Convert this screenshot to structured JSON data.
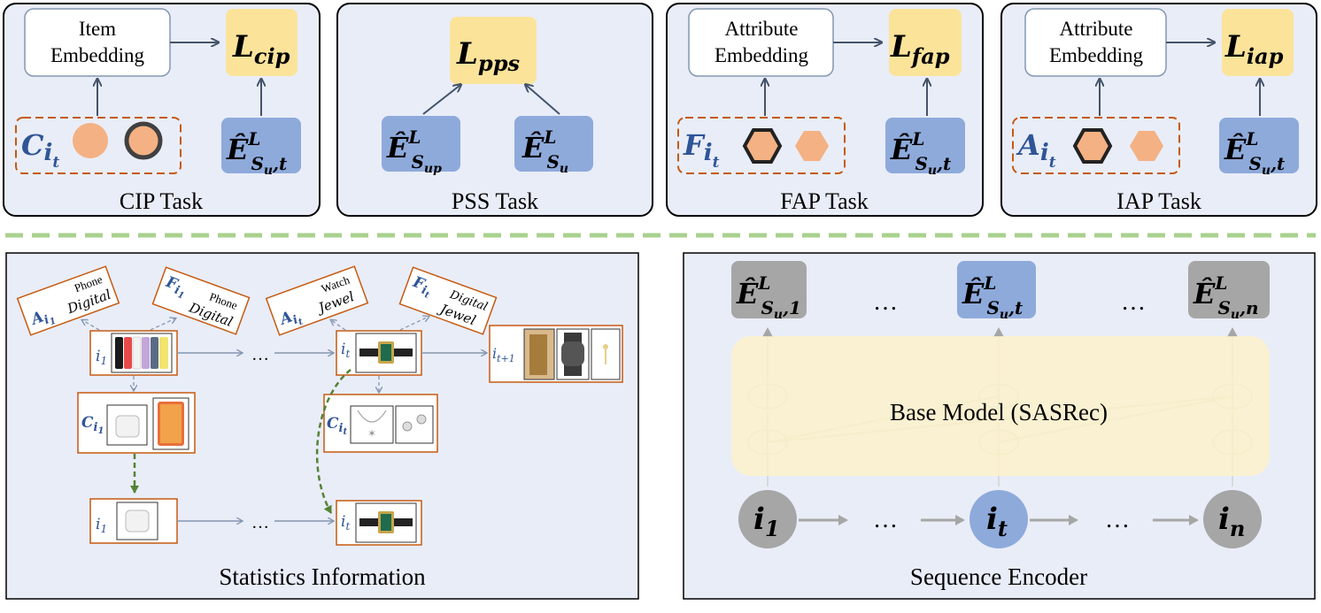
{
  "tasks": {
    "cip": {
      "caption": "CIP Task",
      "embedding_line1": "Item",
      "embedding_line2": "Embedding",
      "loss_main": "L",
      "loss_sub": "cip",
      "set_letter": "C",
      "set_sub": "i",
      "set_subsub": "t",
      "e_main": "Ê",
      "e_sup": "L",
      "e_sub": "S",
      "e_subsub": "u",
      "e_tail": ",t"
    },
    "pss": {
      "caption": "PSS Task",
      "loss_main": "L",
      "loss_sub": "pps",
      "e1_main": "Ê",
      "e1_sup": "L",
      "e1_sub": "S",
      "e1_subsub": "up",
      "e2_main": "Ê",
      "e2_sup": "L",
      "e2_sub": "S",
      "e2_subsub": "u"
    },
    "fap": {
      "caption": "FAP Task",
      "embedding_line1": "Attribute",
      "embedding_line2": "Embedding",
      "loss_main": "L",
      "loss_sub": "fap",
      "set_letter": "F",
      "set_sub": "i",
      "set_subsub": "t",
      "e_main": "Ê",
      "e_sup": "L",
      "e_sub": "S",
      "e_subsub": "u",
      "e_tail": ",t"
    },
    "iap": {
      "caption": "IAP Task",
      "embedding_line1": "Attribute",
      "embedding_line2": "Embedding",
      "loss_main": "L",
      "loss_sub": "iap",
      "set_letter": "A",
      "set_sub": "i",
      "set_subsub": "t",
      "e_main": "Ê",
      "e_sup": "L",
      "e_sub": "S",
      "e_subsub": "u",
      "e_tail": ",t"
    }
  },
  "statistics": {
    "caption": "Statistics Information",
    "tag1": {
      "letter": "A",
      "sub": "i",
      "subsub": "1",
      "w1": "Phone",
      "w2": "Digital"
    },
    "tag2": {
      "letter": "F",
      "sub": "i",
      "subsub": "1",
      "w1": "Phone",
      "w2": "Digital"
    },
    "tag3": {
      "letter": "A",
      "sub": "i",
      "subsub": "t",
      "w1": "Watch",
      "w2": "Jewel"
    },
    "tag4": {
      "letter": "F",
      "sub": "i",
      "subsub": "t",
      "w1": "Digital",
      "w2": "Jewel"
    },
    "item1": {
      "main": "i",
      "sub": "1"
    },
    "itemt": {
      "main": "i",
      "sub": "t"
    },
    "itemt1": {
      "main": "i",
      "sub": "t+1"
    },
    "ci1": {
      "main": "C",
      "sub": "i",
      "subsub": "1"
    },
    "cit": {
      "main": "C",
      "sub": "i",
      "subsub": "t"
    },
    "item1b": {
      "main": "i",
      "sub": "1"
    },
    "itemtb": {
      "main": "i",
      "sub": "t"
    },
    "ellipsis": "…"
  },
  "encoder": {
    "caption": "Sequence Encoder",
    "base_model": "Base Model (SASRec)",
    "ellipsis": "…",
    "out1": {
      "main": "Ê",
      "sup": "L",
      "sub": "S",
      "subsub": "u",
      "tail": ",1"
    },
    "outt": {
      "main": "Ê",
      "sup": "L",
      "sub": "S",
      "subsub": "u",
      "tail": ",t"
    },
    "outn": {
      "main": "Ê",
      "sup": "L",
      "sub": "S",
      "subsub": "u",
      "tail": ",n"
    },
    "in1": {
      "main": "i",
      "sub": "1"
    },
    "int": {
      "main": "i",
      "sub": "t"
    },
    "inn": {
      "main": "i",
      "sub": "n"
    }
  },
  "colors": {
    "panel_bg": "#e9edf8",
    "loss_box": "#fbe39a",
    "emb_box": "#8eaadb",
    "gray_box": "#a6a6a6",
    "orange": "#f4b183",
    "dashed_orange": "#c55a11",
    "divider_green": "#a9d18e",
    "base_model_bg": "#fdf1c8"
  }
}
